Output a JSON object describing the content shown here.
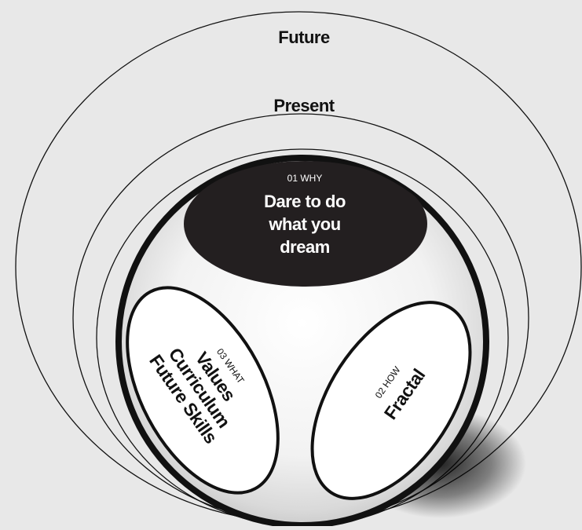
{
  "diagram": {
    "outer_ring": {
      "label": "Future"
    },
    "middle_ring": {
      "label": "Present"
    },
    "why": {
      "tag": "01 WHY",
      "lines": [
        "Dare to do",
        "what you",
        "dream"
      ]
    },
    "how": {
      "tag": "02 HOW",
      "lines": [
        "Fractal"
      ]
    },
    "what": {
      "tag": "03 WHAT",
      "lines": [
        "Values",
        "Curriculum",
        "Future Skills"
      ]
    }
  },
  "colors": {
    "background": "#e8e8e8",
    "ink": "#111111",
    "why_ellipse": "#231f20",
    "lobe_fill": "#ffffff"
  }
}
